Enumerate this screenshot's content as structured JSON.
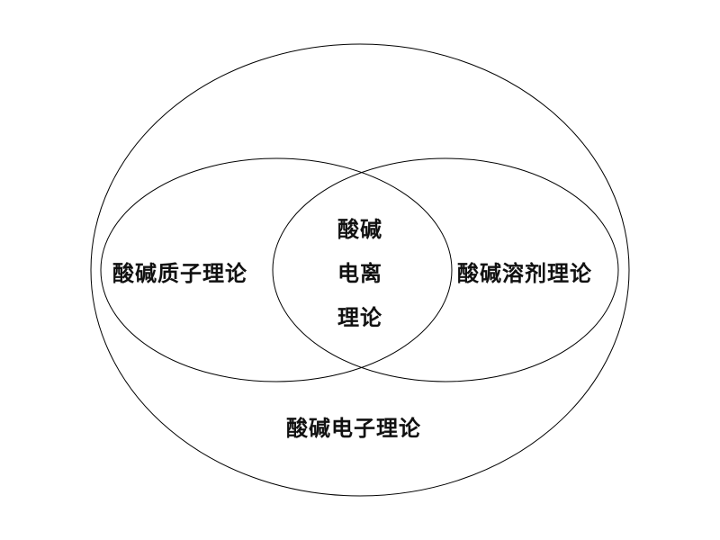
{
  "diagram": {
    "type": "venn",
    "stroke_color": "#000000",
    "text_color": "#111111",
    "outer": {
      "label": "酸碱电子理论"
    },
    "left": {
      "label": "酸碱质子理论"
    },
    "right": {
      "label": "酸碱溶剂理论"
    },
    "intersection": {
      "lines": [
        "酸碱",
        "电离",
        "理论"
      ]
    }
  }
}
